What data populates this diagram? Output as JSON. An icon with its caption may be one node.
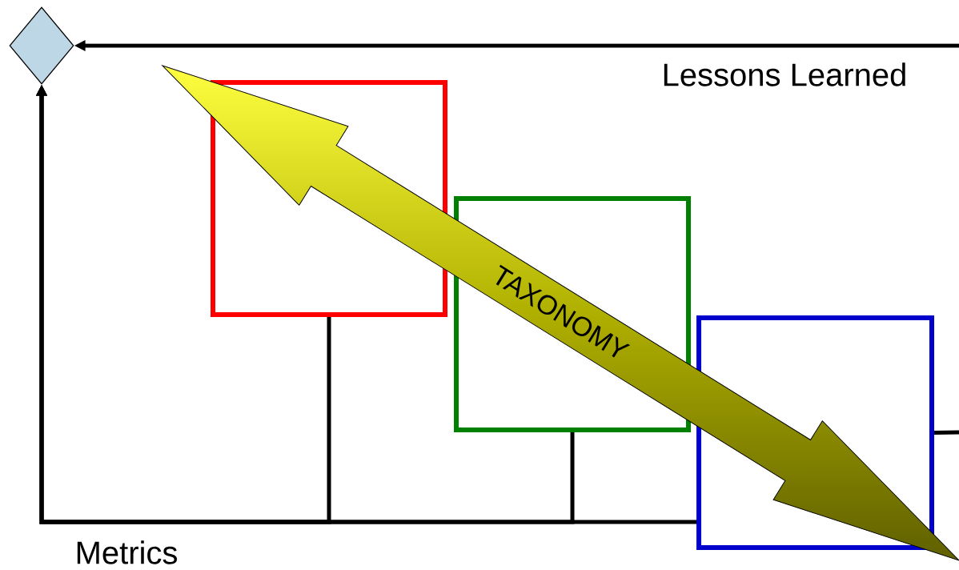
{
  "diagram": {
    "nodes": [
      {
        "text": [],
        "shape": "diamond"
      },
      {
        "text": [],
        "shape": "box"
      },
      {
        "text": [],
        "shape": "box"
      },
      {
        "text": [],
        "shape": "box"
      }
    ],
    "edges": [
      {
        "from": 1,
        "to": 0,
        "arrow": "to"
      },
      {
        "from": 2,
        "to": 0,
        "arrow": "to"
      },
      {
        "from": 3,
        "to": 0,
        "arrow": "to"
      },
      {
        "from": 3,
        "to": null,
        "arrow": "none"
      },
      {
        "from": null,
        "to": 0,
        "arrow": "to"
      }
    ],
    "labels": [
      "Lessons Learned",
      "TAXONOMY",
      "Metrics"
    ]
  }
}
